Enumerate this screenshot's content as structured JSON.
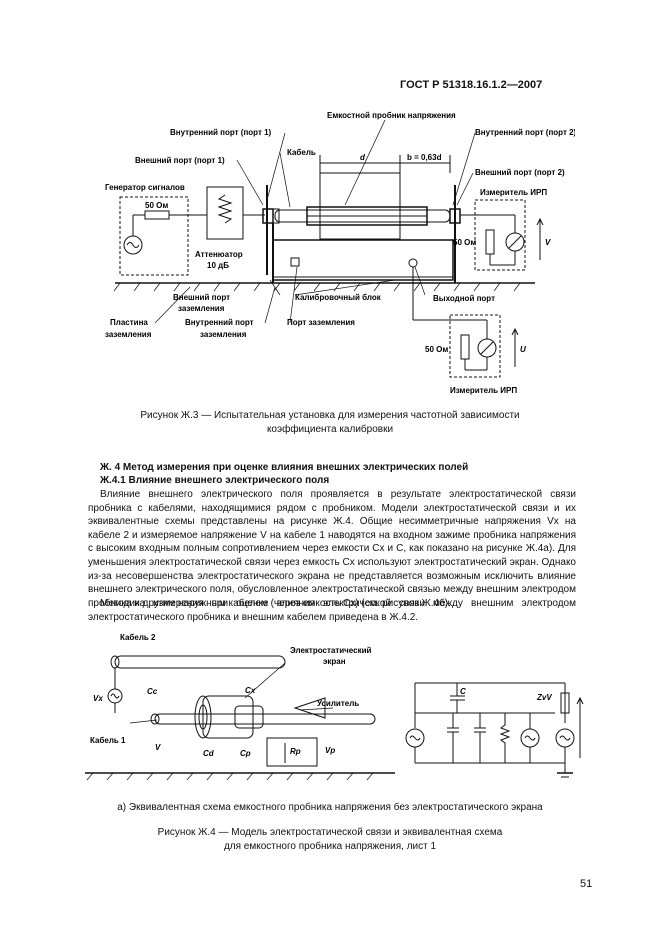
{
  "header": {
    "standard": "ГОСТ Р 51318.16.1.2—2007"
  },
  "figure3": {
    "labels": {
      "probe": "Емкостной пробник напряжения",
      "inner_port1": "Внутренний порт (порт 1)",
      "outer_port1": "Внешний порт (порт 1)",
      "cable": "Кабель",
      "d": "d",
      "b": "b = 0,63d",
      "inner_port2": "Внутренний порт (порт 2)",
      "outer_port2": "Внешний порт (порт 2)",
      "generator": "Генератор сигналов",
      "r50_1": "50 Ом",
      "meter": "Измеритель ИРП",
      "r50_2": "50 Ом",
      "v": "V",
      "attenuator1": "Аттенюатор",
      "attenuator2": "10 дБ",
      "outer_ground1": "Внешний порт",
      "outer_ground2": "заземления",
      "cal_block": "Калибровочный блок",
      "output_port": "Выходной порт",
      "ground_plate1": "Пластина",
      "ground_plate2": "заземления",
      "inner_ground1": "Внутренний порт",
      "inner_ground2": "заземления",
      "ground_port": "Порт заземления",
      "r50_3": "50 Ом",
      "u": "U",
      "meter2": "Измеритель ИРП"
    },
    "caption_line1": "Рисунок Ж.3 — Испытательная установка для измерения частотной зависимости",
    "caption_line2": "коэффициента калибровки"
  },
  "section": {
    "title": "Ж. 4 Метод измерения при оценке влияния внешних электрических полей",
    "subtitle": "Ж.4.1 Влияние внешнего электрического поля",
    "para1": "Влияние внешнего электрического поля проявляется в результате электростатической связи пробника с кабелями, находящимися рядом с пробником. Модели электростатической связи и их эквивалентные схемы представлены на рисунке Ж.4. Общие несимметричные напряжения Vx на кабеле 2 и измеряемое напряжение V на кабеле 1 наводятся на входном зажиме пробника напряжения с высоким входным полным сопротивлением через емкости Cx и C, как показано на рисунке Ж.4а). Для уменьшения электростатической связи через емкость Cx используют электростатический экран. Однако из-за несовершенства электростатического экрана не представляется возможным исключить влияние внешнего электрического поля, обусловленное электростатической связью между внешним электродом пробника и другим наружным кабелем (через емкость Cx) (см. рисунок Ж.4б).",
    "para2": "Методика измерения при оценке влияния электрической связи между внешним электродом электростатического пробника и внешним кабелем приведена в Ж.4.2."
  },
  "figure4": {
    "labels": {
      "cable2": "Кабель 2",
      "screen1": "Электростатический",
      "screen2": "экран",
      "amplifier": "Усилитель",
      "cable1": "Кабель 1",
      "vx": "Vx",
      "cc": "Cc",
      "cx": "Cx",
      "c": "C",
      "cp": "Cp",
      "rp": "Rp",
      "vp": "Vp",
      "v": "V",
      "cd": "Cd",
      "zv": "ZvV"
    },
    "subcaption": "а) Эквивалентная схема емкостного пробника напряжения без электростатического экрана",
    "caption_line1": "Рисунок Ж.4 — Модель электростатической связи и эквивалентная схема",
    "caption_line2": "для емкостного пробника напряжения, лист 1"
  },
  "page_number": "51"
}
